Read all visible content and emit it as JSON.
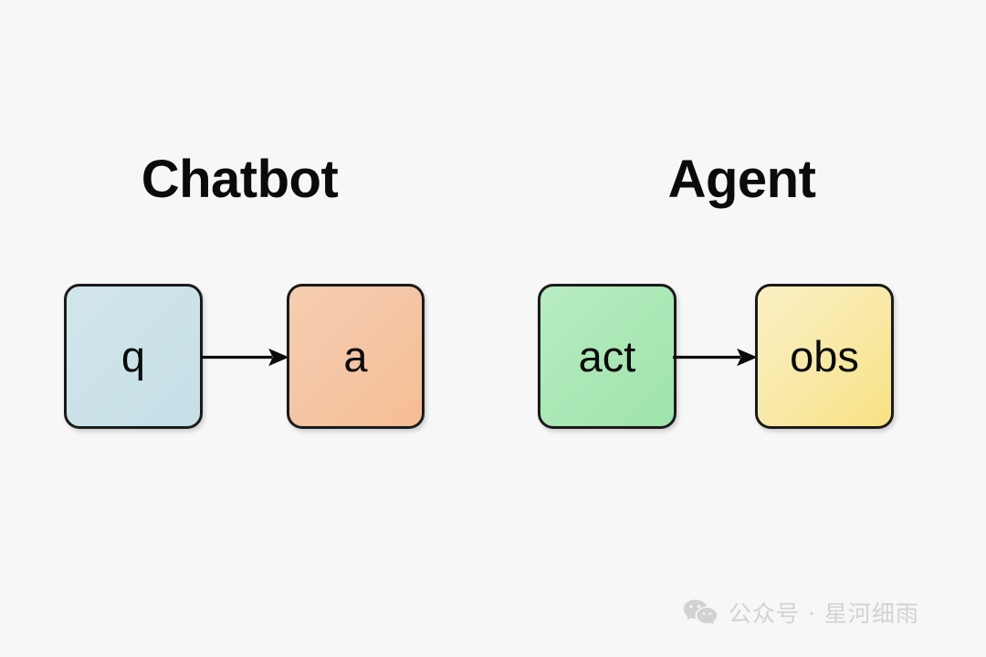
{
  "background_color": "#f7f7f8",
  "sections": [
    {
      "id": "chatbot",
      "title": "Chatbot",
      "nodes": [
        {
          "id": "q",
          "label": "q",
          "color": "#cde4ea",
          "role": "question"
        },
        {
          "id": "a",
          "label": "a",
          "color": "#f5c6a6",
          "role": "answer"
        }
      ],
      "edges": [
        {
          "id": "q-a",
          "from": "q",
          "to": "a",
          "label": "",
          "style": "solid-arrow"
        }
      ]
    },
    {
      "id": "agent",
      "title": "Agent",
      "nodes": [
        {
          "id": "act",
          "label": "act",
          "color": "#ace7b6",
          "role": "action"
        },
        {
          "id": "obs",
          "label": "obs",
          "color": "#f9e9a8",
          "role": "observation"
        }
      ],
      "edges": [
        {
          "id": "act-obs",
          "from": "act",
          "to": "obs",
          "label": "",
          "style": "solid-arrow"
        }
      ]
    }
  ],
  "styles": {
    "node_border_color": "#1b1b1b",
    "arrow_color": "#0b0b0b",
    "title_color": "#0b0b0b",
    "label_color": "#0b0b0b",
    "watermark_color": "#d2d2d2"
  },
  "watermark": {
    "icon": "wechat-icon",
    "text": "公众号 · 星河细雨"
  }
}
